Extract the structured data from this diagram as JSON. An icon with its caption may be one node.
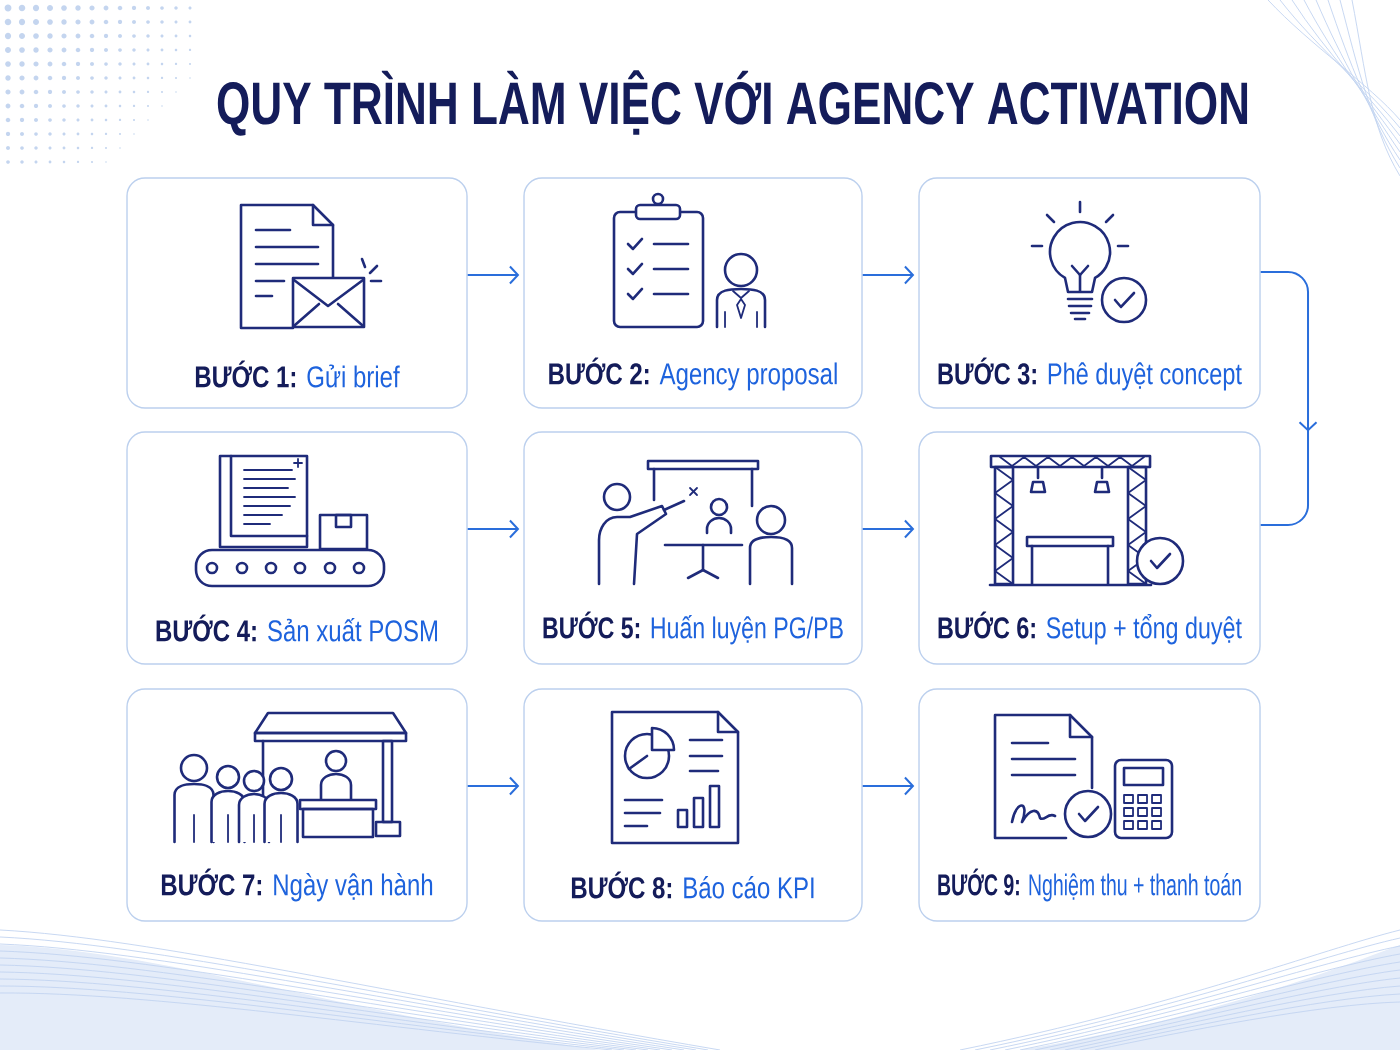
{
  "diagram": {
    "title": "QUY TRÌNH LÀM VIỆC VỚI AGENCY ACTIVATION",
    "nodes": [
      {
        "text": [
          "**BƯỚC 1:** Gửi brief"
        ]
      },
      {
        "text": [
          "**BƯỚC 2:** Agency proposal"
        ]
      },
      {
        "text": [
          "**BƯỚC 3:** Phê duyệt concept"
        ]
      },
      {
        "text": [
          "**BƯỚC 4:** Sản xuất POSM"
        ]
      },
      {
        "text": [
          "**BƯỚC 5:** Huấn luyện PG/PB"
        ]
      },
      {
        "text": [
          "**BƯỚC 6:** Setup + tổng duyệt"
        ]
      },
      {
        "text": [
          "**BƯỚC 7:** Ngày vận hành"
        ]
      },
      {
        "text": [
          "**BƯỚC 8:** Báo cáo KPI"
        ]
      },
      {
        "text": [
          "**BƯỚC 9:** Nghiệm thu + thanh toán"
        ]
      }
    ],
    "edges": [
      {
        "from": 0,
        "to": 1,
        "arrow": "to"
      },
      {
        "from": 1,
        "to": 2,
        "arrow": "to"
      },
      {
        "from": 2,
        "to": 5,
        "arrow": "to"
      },
      {
        "from": 3,
        "to": 4,
        "arrow": "to"
      },
      {
        "from": 4,
        "to": 5,
        "arrow": "to"
      },
      {
        "from": 6,
        "to": 7,
        "arrow": "to"
      },
      {
        "from": 7,
        "to": 8,
        "arrow": "to"
      }
    ]
  }
}
